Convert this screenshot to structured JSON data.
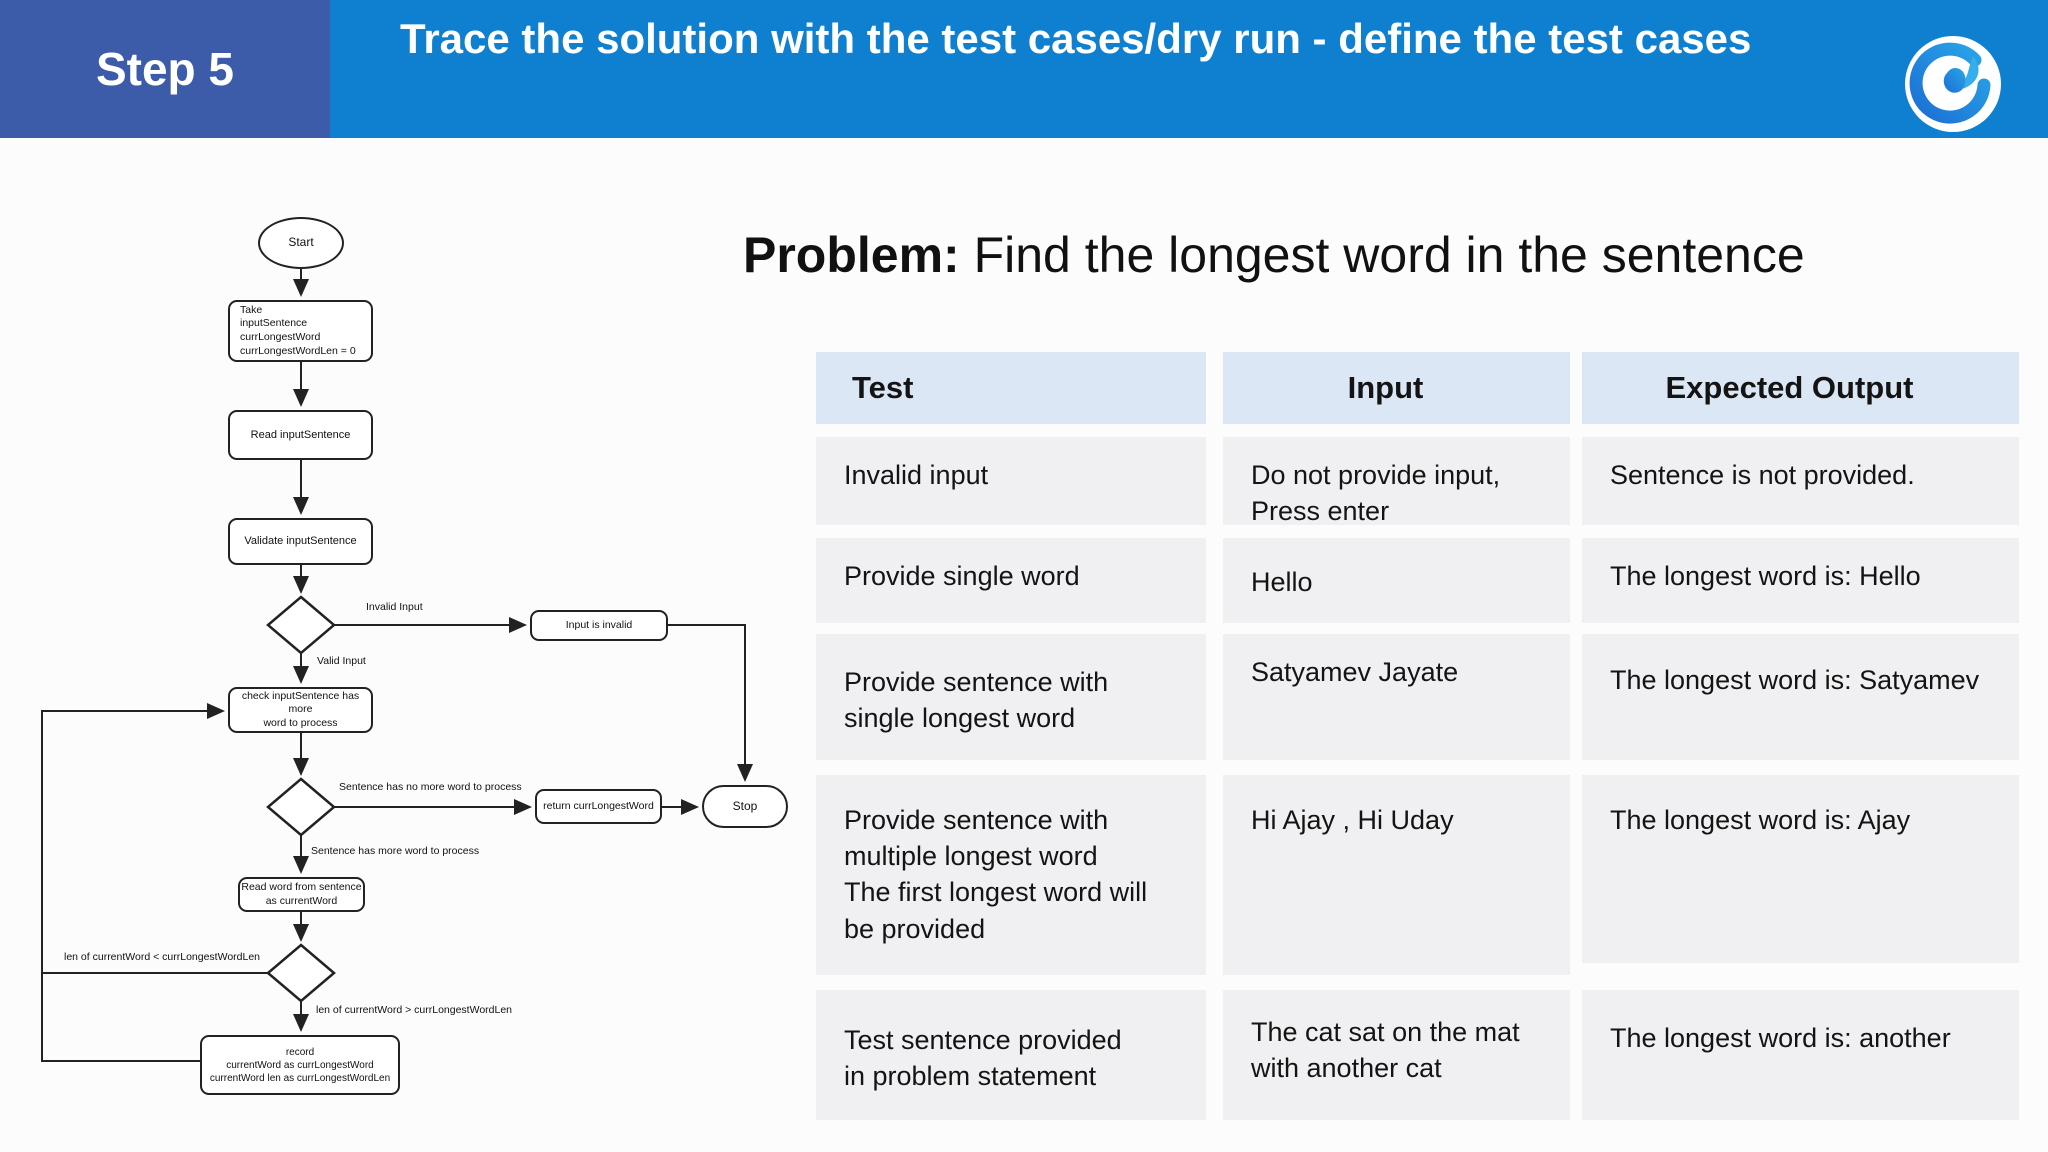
{
  "header": {
    "step": "Step 5",
    "title": "Trace the solution with the test cases/dry run - define the test cases",
    "bar_color": "#0f80d0",
    "step_bg": "#3c5ba8",
    "logo": "swirl-logo"
  },
  "problem": {
    "label": "Problem:",
    "text": " Find the longest word in the sentence"
  },
  "flowchart": {
    "nodes": {
      "start": "Start",
      "take": "Take\ninputSentence\ncurrLongestWord\ncurrLongestWordLen = 0",
      "read_sentence": "Read inputSentence",
      "validate": "Validate inputSentence",
      "check_more": "check inputSentence has more\nword to process",
      "input_invalid": "Input is invalid",
      "return_word": "return currLongestWord",
      "stop": "Stop",
      "read_word": "Read word from sentence\nas currentWord",
      "record": "record\ncurrentWord as currLongestWord\ncurrentWord len as currLongestWordLen"
    },
    "edge_labels": {
      "invalid": "Invalid Input",
      "valid": "Valid Input",
      "no_more": "Sentence has no more word to process",
      "more": "Sentence has more word to process",
      "less": "len of currentWord < currLongestWordLen",
      "greater": "len of currentWord > currLongestWordLen"
    },
    "stroke_color": "#222222"
  },
  "table": {
    "headers": {
      "test": "Test",
      "input": "Input",
      "expected": "Expected Output"
    },
    "header_bg": "#dbe7f5",
    "cell_bg": "#f0eff1",
    "rows": [
      {
        "test": "Invalid input",
        "input": "Do not provide input,\nPress enter",
        "expected": "Sentence is not provided."
      },
      {
        "test": "Provide single word",
        "input": "Hello",
        "expected": "The longest word is: Hello"
      },
      {
        "test": "Provide sentence with\nsingle longest word",
        "input": "Satyamev Jayate",
        "expected": "The longest word is: Satyamev"
      },
      {
        "test": "Provide sentence with\nmultiple longest word\nThe first longest word will\nbe provided",
        "input": "Hi Ajay , Hi Uday",
        "expected": "The longest word is: Ajay"
      },
      {
        "test": "Test sentence provided\nin problem statement",
        "input": "The cat sat on the mat\nwith another cat",
        "expected": "The longest word is: another"
      }
    ]
  }
}
